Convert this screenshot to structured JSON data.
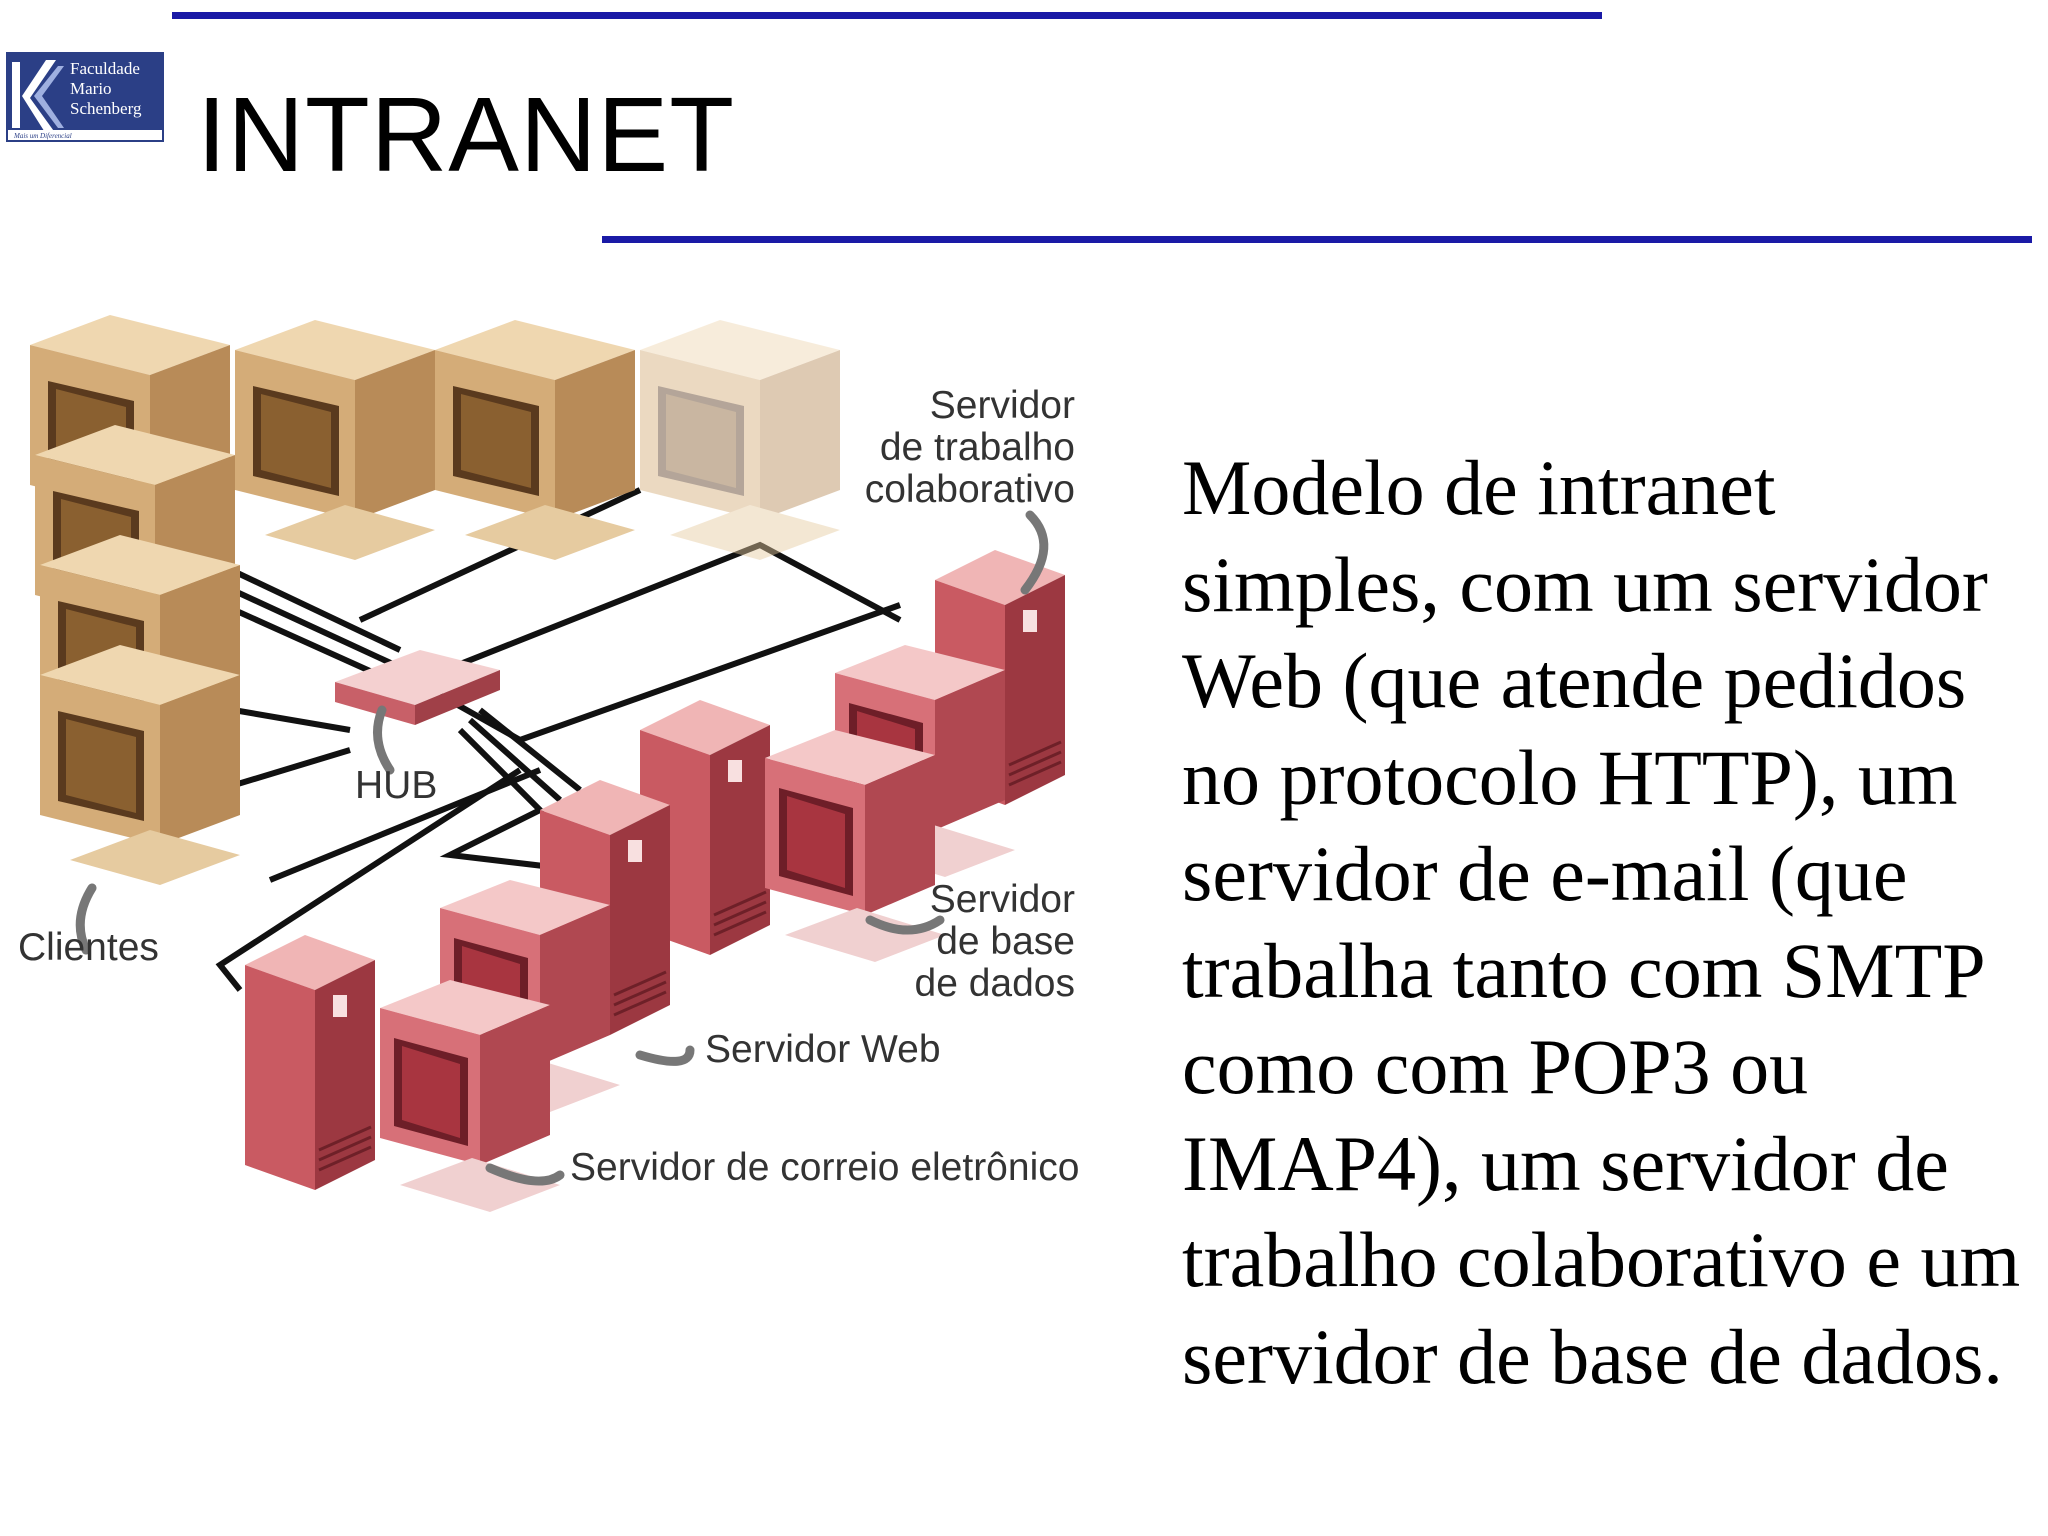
{
  "slide": {
    "title": "INTRANET",
    "description": "Modelo de intranet simples, com um servidor Web (que atende pedidos no protocolo HTTP), um servidor de e-mail (que trabalha tanto com SMTP como com POP3 ou IMAP4), um servidor de trabalho colaborativo e um servidor de base de dados.",
    "accent_color": "#1a1aa6"
  },
  "logo": {
    "line1": "Faculdade",
    "line2": "Mario",
    "line3": "Schenberg",
    "tagline": "Mais um Diferencial",
    "icon": "k-monogram-icon"
  },
  "diagram": {
    "labels": {
      "collab_line1": "Servidor",
      "collab_line2": "de trabalho",
      "collab_line3": "colaborativo",
      "hub": "HUB",
      "clients": "Clientes",
      "db_line1": "Servidor",
      "db_line2": "de base",
      "db_line3": "de dados",
      "web": "Servidor Web",
      "mail": "Servidor de correio eletrônico"
    },
    "client_color": "#c8a070",
    "server_color": "#b84a55"
  }
}
